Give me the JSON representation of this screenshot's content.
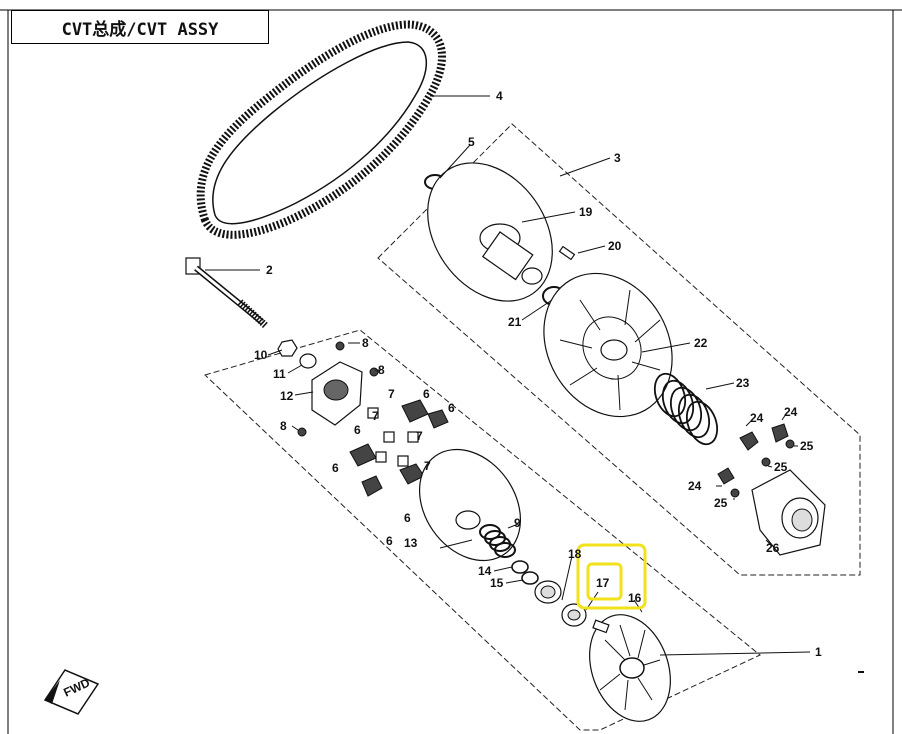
{
  "title": "CVT总成/CVT ASSY",
  "direction_label": "FWD",
  "highlight_color": "#f2e21b",
  "callouts": [
    {
      "id": "c1",
      "text": "1"
    },
    {
      "id": "c2",
      "text": "2"
    },
    {
      "id": "c3",
      "text": "3"
    },
    {
      "id": "c4",
      "text": "4"
    },
    {
      "id": "c5",
      "text": "5"
    },
    {
      "id": "c6a",
      "text": "6"
    },
    {
      "id": "c6b",
      "text": "6"
    },
    {
      "id": "c6c",
      "text": "6"
    },
    {
      "id": "c6d",
      "text": "6"
    },
    {
      "id": "c6e",
      "text": "6"
    },
    {
      "id": "c6f",
      "text": "6"
    },
    {
      "id": "c7a",
      "text": "7"
    },
    {
      "id": "c7b",
      "text": "7"
    },
    {
      "id": "c7c",
      "text": "7"
    },
    {
      "id": "c7d",
      "text": "7"
    },
    {
      "id": "c8a",
      "text": "8"
    },
    {
      "id": "c8b",
      "text": "8"
    },
    {
      "id": "c8c",
      "text": "8"
    },
    {
      "id": "c9",
      "text": "9"
    },
    {
      "id": "c10",
      "text": "10"
    },
    {
      "id": "c11",
      "text": "11"
    },
    {
      "id": "c12",
      "text": "12"
    },
    {
      "id": "c13",
      "text": "13"
    },
    {
      "id": "c14",
      "text": "14"
    },
    {
      "id": "c15",
      "text": "15"
    },
    {
      "id": "c16",
      "text": "16"
    },
    {
      "id": "c17",
      "text": "17"
    },
    {
      "id": "c18",
      "text": "18"
    },
    {
      "id": "c19",
      "text": "19"
    },
    {
      "id": "c20",
      "text": "20"
    },
    {
      "id": "c21",
      "text": "21"
    },
    {
      "id": "c22",
      "text": "22"
    },
    {
      "id": "c23",
      "text": "23"
    },
    {
      "id": "c24a",
      "text": "24"
    },
    {
      "id": "c24b",
      "text": "24"
    },
    {
      "id": "c24c",
      "text": "24"
    },
    {
      "id": "c25a",
      "text": "25"
    },
    {
      "id": "c25b",
      "text": "25"
    },
    {
      "id": "c25c",
      "text": "25"
    },
    {
      "id": "c26",
      "text": "26"
    }
  ]
}
